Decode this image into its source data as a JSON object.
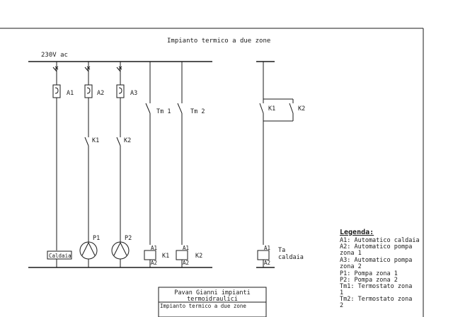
{
  "drawing": {
    "title": "Impianto termico a due zone",
    "supply_label": "230V ac"
  },
  "labels": {
    "a1": "A1",
    "a2": "A2",
    "a3": "A3",
    "tm1": "Tm 1",
    "tm2": "Tm 2",
    "k1_contact_left": "K1",
    "k2_contact_left": "K2",
    "k1_contact_right": "K1",
    "k2_contact_right": "K2",
    "p1": "P1",
    "p2": "P2",
    "boiler": "Caldaia",
    "k1_coil": "K1",
    "k2_coil": "K2",
    "coil_a1": "A1",
    "coil_a2": "A2",
    "ta_line1": "Ta",
    "ta_line2": "caldaia"
  },
  "legend": {
    "title": "Legenda:",
    "lines": [
      "A1: Automatico caldaia",
      "A2: Automatico pompa",
      "zona 1",
      "A3: Automatico pompa",
      "zona 2",
      "P1: Pompa zona 1",
      "P2: Pompa zona 2",
      "Tm1: Termostato zona",
      "1",
      "Tm2: Termostato zona",
      "2"
    ]
  },
  "title_block": {
    "line1": "Pavan Gianni impianti",
    "line2": "termoidraulici",
    "line3": "Impianto termico a due zone"
  }
}
